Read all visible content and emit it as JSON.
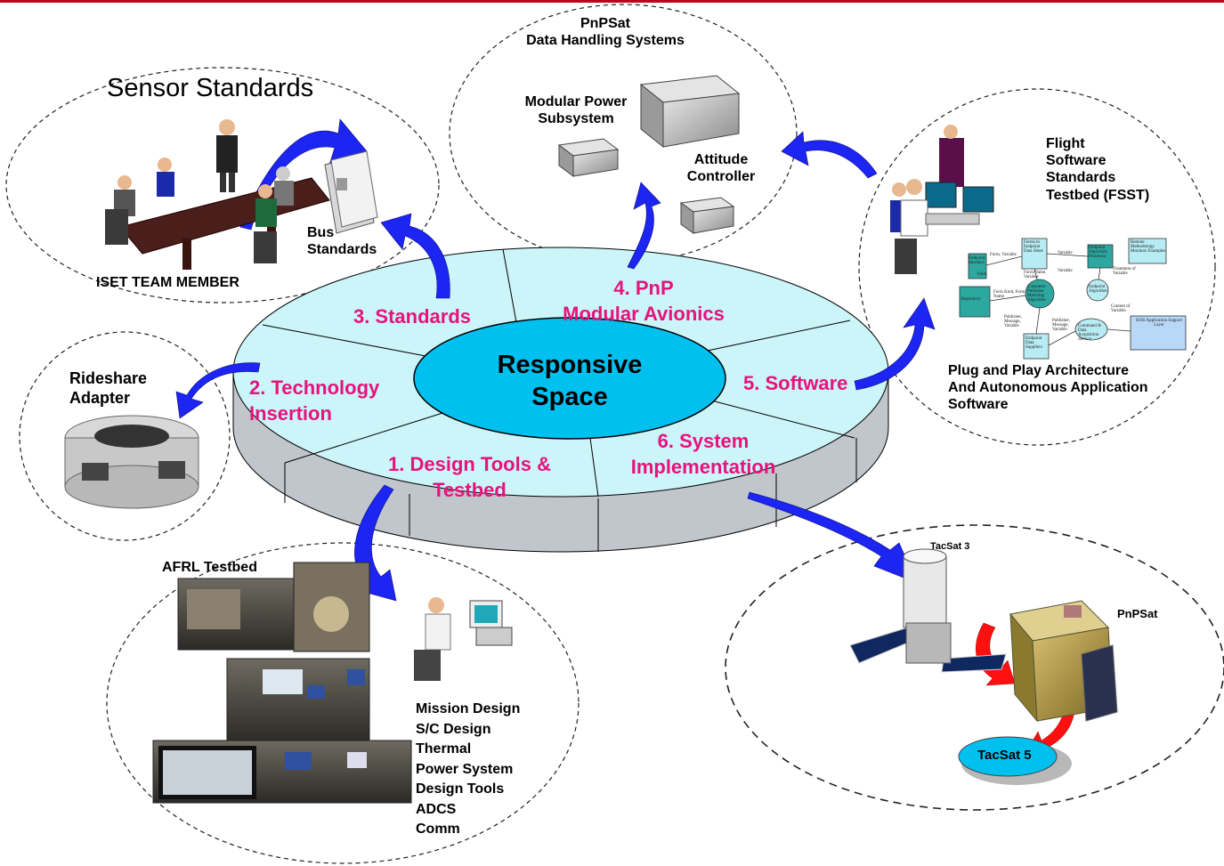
{
  "colors": {
    "accent_bar": "#c0001c",
    "disk_top": "#ccf5fa",
    "disk_side": "#c0c6cc",
    "hub": "#00c0ef",
    "pink_text": "#e8127c",
    "arrow_blue": "#1c25f2",
    "arrow_red": "#ff1010"
  },
  "hub": {
    "line1": "Responsive",
    "line2": "Space"
  },
  "segments": {
    "standards": "3. Standards",
    "pnp": "4. PnP\nModular Avionics",
    "technology": "2. Technology\nInsertion",
    "software": "5. Software",
    "design_tools": "1.     Design Tools &\nTestbed",
    "system_impl": "6. System\nImplementation"
  },
  "clusters": {
    "sensor": {
      "title": "Sensor Standards",
      "bus": "Bus\nStandards",
      "team": "ISET TEAM MEMBER"
    },
    "pnpsat_dh": {
      "title": "PnPSat\nData Handling Systems",
      "power": "Modular Power\nSubsystem",
      "attitude": "Attitude\nController"
    },
    "fsst": {
      "title": "Flight\nSoftware\nStandards\nTestbed (FSST)",
      "caption": "Plug and Play Architecture\nAnd Autonomous Application\nSoftware",
      "flow_nodes": [
        "Endpoint Interface",
        "Forms in Endpoint Data Sheet",
        "Endpoint Algorithm Processor",
        "Remote Methodology Monitors Examples",
        "Repository",
        "Consumer Publisher Matching Algorithm",
        "Endpoint Algorithm",
        "Endpoint Data Suppliers",
        "Command & Data Acquisition Service",
        "SOIS Application Support Layer"
      ],
      "flow_labels": [
        "Form, Variable",
        "Variable",
        "Form/Name, Variable",
        "Variable",
        "Treatment of Variable",
        "Form",
        "Form Kind, Form Name",
        "Publisher, Message, Variable",
        "Publisher, Message, Variable",
        "Content of Variable"
      ]
    },
    "rideshare": {
      "title": "Rideshare\nAdapter"
    },
    "afrl": {
      "title": "AFRL Testbed",
      "items": [
        "Mission Design",
        "S/C Design",
        "Thermal",
        "Power System",
        "Design Tools",
        "ADCS",
        "Comm"
      ]
    },
    "tacsat": {
      "tacsat3": "TacSat 3",
      "pnpsat": "PnPSat",
      "tacsat5": "TacSat 5"
    }
  }
}
